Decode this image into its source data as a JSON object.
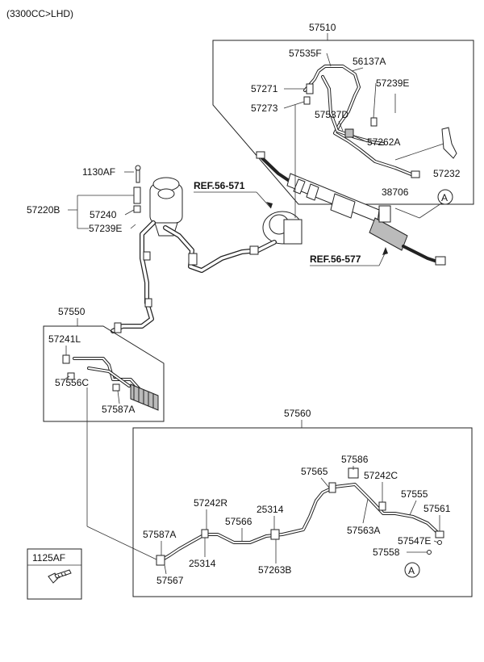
{
  "header": {
    "variant": "(3300CC>LHD)"
  },
  "refs": {
    "ref_gear": "REF.56-571",
    "ref_rack": "REF.56-577"
  },
  "callouts": {
    "marker_a": "A"
  },
  "labels": {
    "p57510": "57510",
    "p57535F": "57535F",
    "p56137A": "56137A",
    "p57271": "57271",
    "p57239E_top": "57239E",
    "p57273": "57273",
    "p57537D": "57537D",
    "p57262A": "57262A",
    "p57232": "57232",
    "p38706": "38706",
    "p1130AF": "1130AF",
    "p57220B": "57220B",
    "p57240": "57240",
    "p57239E_mid": "57239E",
    "p57550": "57550",
    "p57241L": "57241L",
    "p57556C": "57556C",
    "p57587A_top": "57587A",
    "p57560": "57560",
    "p57586": "57586",
    "p57565": "57565",
    "p57242C": "57242C",
    "p57242R": "57242R",
    "p25314_a": "25314",
    "p57555": "57555",
    "p57566": "57566",
    "p57561": "57561",
    "p57563A": "57563A",
    "p57587A_bot": "57587A",
    "p57547E": "57547E",
    "p1125AF": "1125AF",
    "p25314_b": "25314",
    "p57558": "57558",
    "p57263B": "57263B",
    "p57567": "57567"
  }
}
